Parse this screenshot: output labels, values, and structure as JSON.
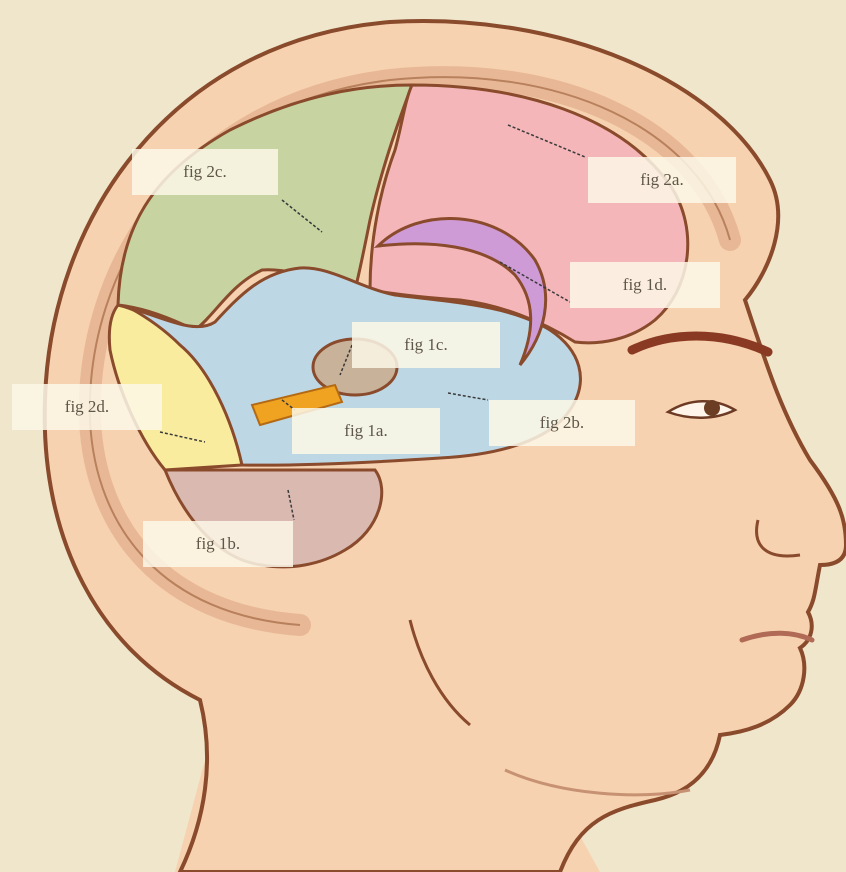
{
  "labels": {
    "fig_2c": "fig 2c.",
    "fig_2a": "fig 2a.",
    "fig_1d": "fig 1d.",
    "fig_1c": "fig 1c.",
    "fig_2d": "fig 2d.",
    "fig_1a": "fig 1a.",
    "fig_2b": "fig 2b.",
    "fig_1b": "fig 1b."
  },
  "colors": {
    "background": "#efe6cc",
    "skin": "#f6d2b0",
    "outline": "#8a4a2c",
    "frontal": "#f4b6b8",
    "parietal": "#c7d4a2",
    "temporal": "#bdd8e4",
    "occipital": "#f9ec9f",
    "cerebellum": "#d9b9b0",
    "cingulate": "#cf9bd6",
    "thalamus": "#c9b29a",
    "hippocampus": "#f0a321"
  }
}
